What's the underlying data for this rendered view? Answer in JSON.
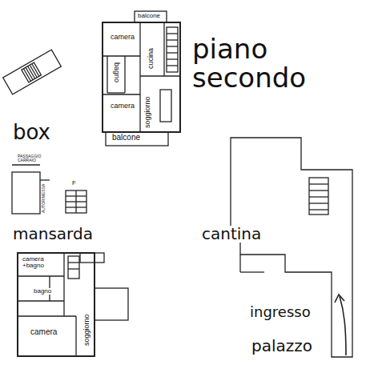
{
  "diagram": {
    "labels": [
      "piano secondo",
      "balcone",
      "camera",
      "cucina",
      "bagno",
      "camera",
      "soggiorno",
      "balcone",
      "box",
      "PASSAGGIO CARRAIO",
      "AUTORIMESSA",
      "F",
      "mansarda",
      "camera +bagno",
      "bagno",
      "camera",
      "soggiorno",
      "cantina",
      "ingresso",
      "palazzo"
    ]
  }
}
